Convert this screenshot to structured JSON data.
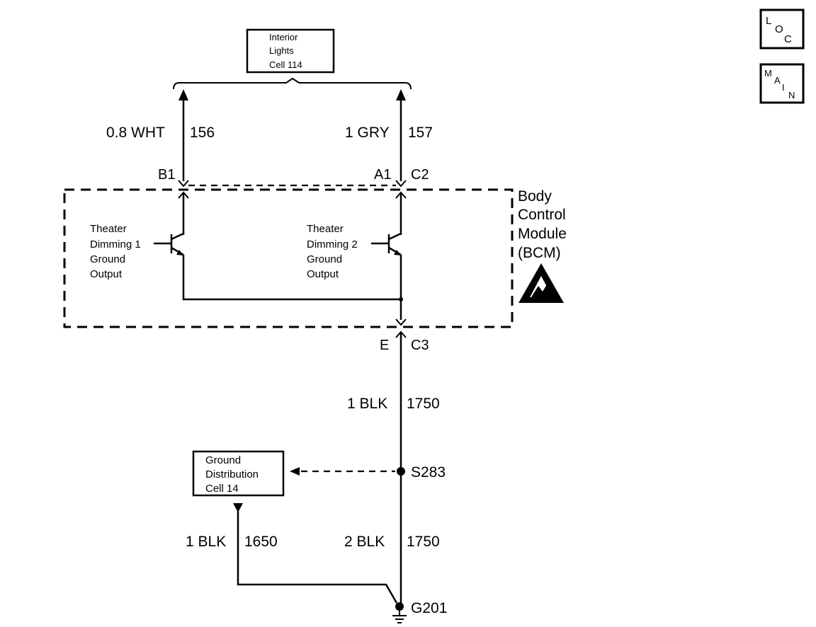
{
  "interior_lights_ref": [
    "Interior",
    "Lights",
    "Cell 114"
  ],
  "ground_distribution_ref": [
    "Ground",
    "Distribution",
    "Cell 14"
  ],
  "bcm_label": [
    "Body",
    "Control",
    "Module",
    "(BCM)"
  ],
  "tab_loc": {
    "l1": "L",
    "l2": "O",
    "l3": "C"
  },
  "tab_main": {
    "l1": "M",
    "l2": "A",
    "l3": "I",
    "l4": "N"
  },
  "wires": {
    "w156": {
      "size_color": "0.8 WHT",
      "circuit": "156"
    },
    "w157": {
      "size_color": "1 GRY",
      "circuit": "157"
    },
    "w1750_top": {
      "size_color": "1 BLK",
      "circuit": "1750"
    },
    "w1750_bottom": {
      "size_color": "2 BLK",
      "circuit": "1750"
    },
    "w1650": {
      "size_color": "1 BLK",
      "circuit": "1650"
    }
  },
  "connectors": {
    "b1": "B1",
    "a1": "A1",
    "c2": "C2",
    "e": "E",
    "c3": "C3"
  },
  "outputs": {
    "dim1": [
      "Theater",
      "Dimming 1",
      "Ground",
      "Output"
    ],
    "dim2": [
      "Theater",
      "Dimming 2",
      "Ground",
      "Output"
    ]
  },
  "splice": "S283",
  "ground": "G201"
}
